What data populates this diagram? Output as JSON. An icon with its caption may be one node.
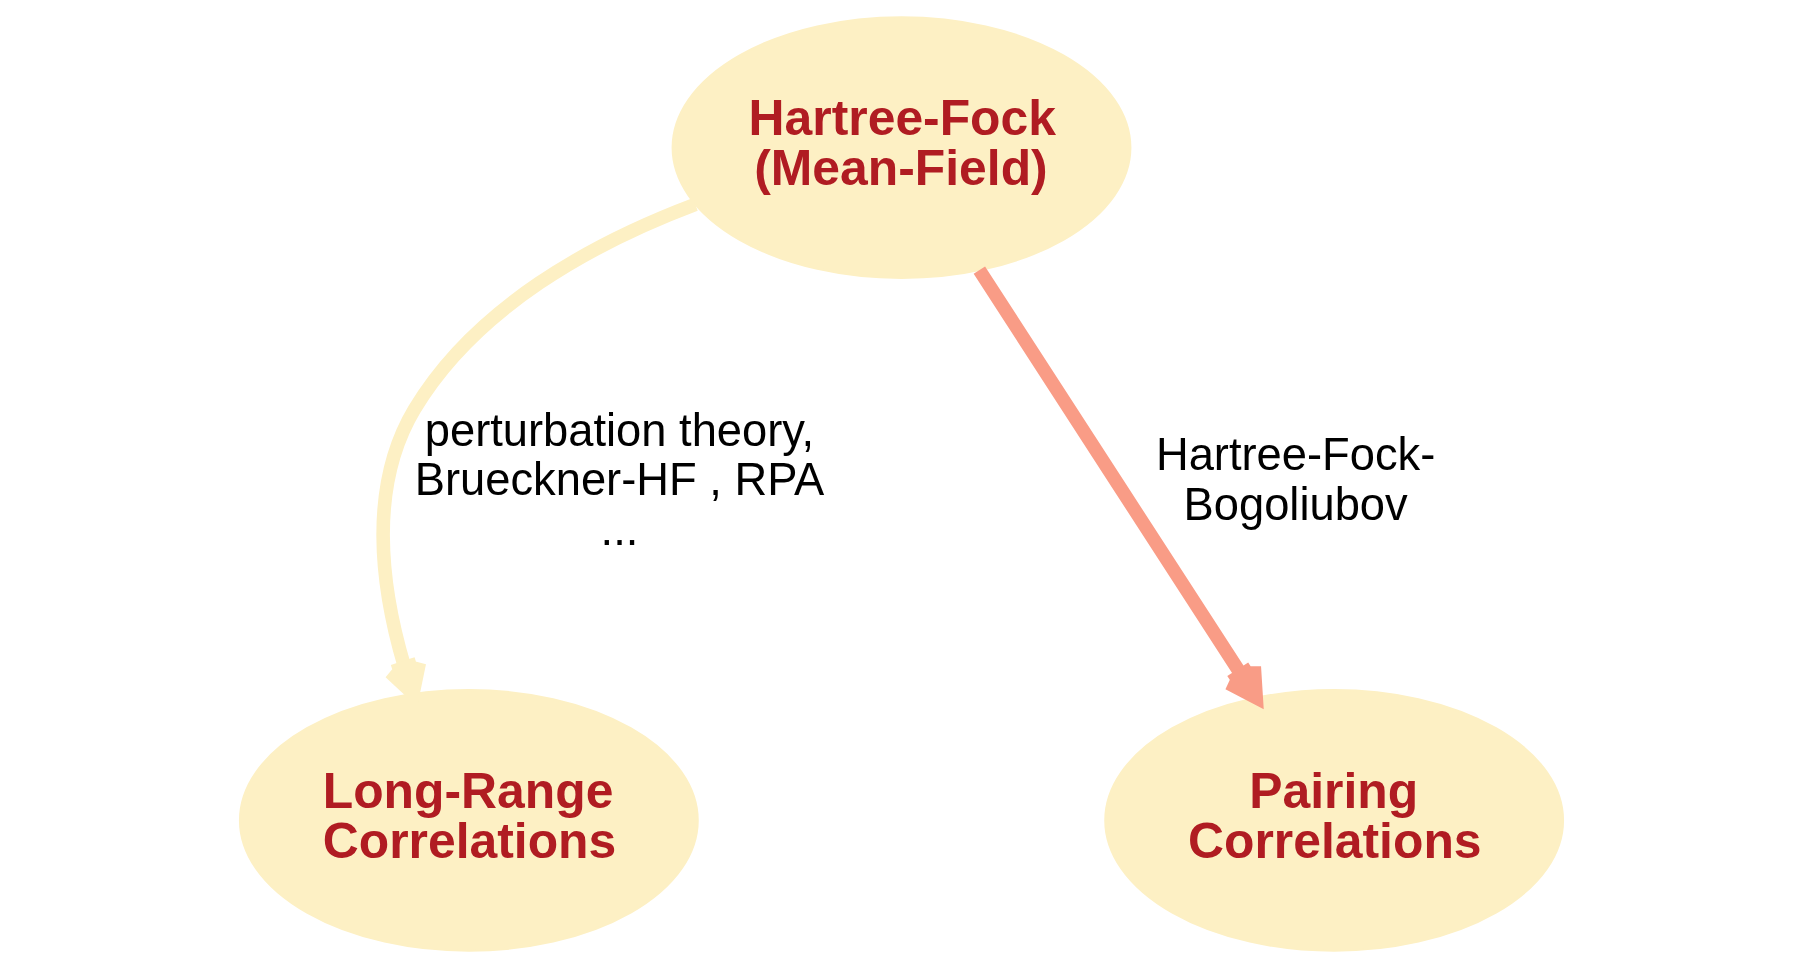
{
  "diagram": {
    "nodes": [
      {
        "text": [
          "Hartree-Fock (Mean-Field)"
        ]
      },
      {
        "text": [
          "Long-Range Correlations"
        ]
      },
      {
        "text": [
          "Pairing Correlations"
        ]
      }
    ],
    "edges": [
      {
        "from": 0,
        "to": 1,
        "arrow": "to",
        "label": "perturbation theory, Brueckner-HF , RPA ...",
        "color": "#fdf0c4"
      },
      {
        "from": 0,
        "to": 2,
        "arrow": "to",
        "label": "Hartree-Fock- Bogoliubov",
        "color": "#f99c86"
      }
    ]
  }
}
